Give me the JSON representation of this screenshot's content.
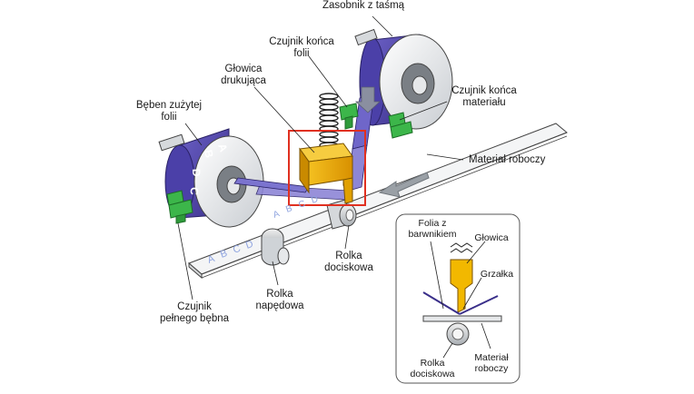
{
  "labels": {
    "zasobnik": "Zasobnik z taśmą",
    "czujnik_konca_folii": "Czujnik końca\nfolii",
    "glowica_drukujaca": "Głowica\ndrukująca",
    "beben_zuzytej_folii": "Bęben zużytej\nfolii",
    "czujnik_konca_materialu": "Czujnik końca\nmateriału",
    "material_roboczy": "Materiał roboczy",
    "rolka_dociskowa": "Rolka\ndociskowa",
    "rolka_napedowa": "Rolka\nnapędowa",
    "czujnik_pelnego_bebna": "Czujnik\npełnego bębna"
  },
  "inset": {
    "folia_z_barwnikiem": "Folia z\nbarwnikiem",
    "glowica": "Głowica",
    "grzalka": "Grzałka",
    "rolka_dociskowa": "Rolka\ndociskowa",
    "material_roboczy": "Materiał\nroboczy"
  },
  "letters": {
    "drum": [
      "A",
      "B",
      "C",
      "D"
    ],
    "tape": [
      "A",
      "B",
      "C",
      "D"
    ],
    "material": [
      "A",
      "B",
      "C",
      "D"
    ]
  },
  "colors": {
    "ribbon": "#4a3fa0",
    "ribbon_light": "#8d86d6",
    "head": "#e8a800",
    "sensor": "#3cb64a",
    "highlight_box": "#e03020",
    "spool": "#e6e8ea",
    "material": "#f2f3f4"
  }
}
